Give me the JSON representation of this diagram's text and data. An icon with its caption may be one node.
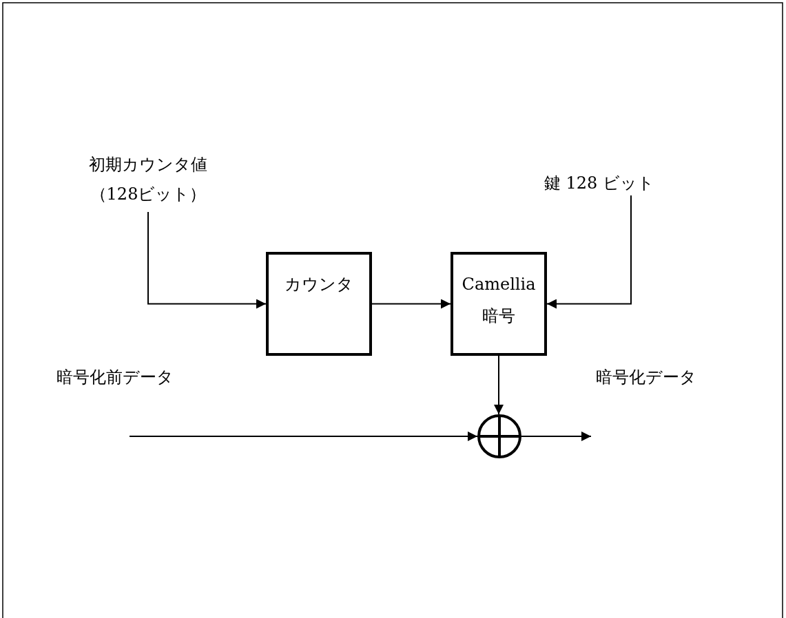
{
  "diagram": {
    "nodes": [
      {
        "text": [
          "初期カウンタ値（128ビット）"
        ]
      },
      {
        "text": [
          "カウンタ"
        ]
      },
      {
        "text": [
          "Camellia 暗号"
        ]
      },
      {
        "text": [
          "鍵 128 ビット"
        ]
      },
      {
        "text": [],
        "shape": "circle"
      }
    ],
    "edges": [
      {
        "from": 0,
        "to": 1,
        "arrow": "to"
      },
      {
        "from": 1,
        "to": 2,
        "arrow": "to"
      },
      {
        "from": 3,
        "to": 2,
        "arrow": "to"
      },
      {
        "from": 2,
        "to": 4,
        "arrow": "to"
      },
      {
        "from": null,
        "to": 4,
        "arrow": "to",
        "label": "暗号化前データ"
      },
      {
        "from": 4,
        "to": null,
        "arrow": "to",
        "label": "暗号化データ"
      }
    ]
  }
}
